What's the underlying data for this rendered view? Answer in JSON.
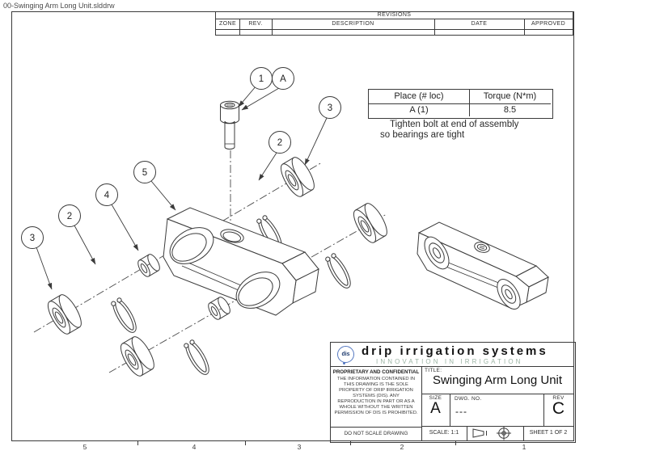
{
  "window": {
    "filename": "00-Swinging Arm Long Unit.slddrw"
  },
  "revisions": {
    "title": "REVISIONS",
    "columns": [
      "ZONE",
      "REV.",
      "DESCRIPTION",
      "DATE",
      "APPROVED"
    ]
  },
  "torque_table": {
    "headers": [
      "Place (# loc)",
      "Torque (N*m)"
    ],
    "rows": [
      [
        "A (1)",
        "8.5"
      ]
    ]
  },
  "note": {
    "line1": "Tighten bolt at end of assembly",
    "line2": "so bearings are tight"
  },
  "balloons": [
    {
      "label": "1"
    },
    {
      "label": "A"
    },
    {
      "label": "3"
    },
    {
      "label": "2"
    },
    {
      "label": "5"
    },
    {
      "label": "4"
    },
    {
      "label": "2"
    },
    {
      "label": "3"
    }
  ],
  "title_block": {
    "logo": {
      "initials": "dis",
      "name": "drip irrigation systems",
      "tagline": "INNOVATION IN IRRIGATION"
    },
    "proprietary_heading": "PROPRIETARY AND CONFIDENTIAL",
    "proprietary_body": "THE INFORMATION CONTAINED IN THIS DRAWING IS THE SOLE PROPERTY OF DRIP IRRIGATION SYSTEMS (DIS). ANY REPRODUCTION IN PART OR AS A WHOLE WITHOUT THE WRITTEN PERMISSION OF DIS IS PROHIBITED.",
    "title_label": "TITLE:",
    "title": "Swinging Arm Long Unit",
    "size_label": "SIZE",
    "size": "A",
    "dwg_label": "DWG. NO.",
    "dwg_no": "---",
    "rev_label": "REV",
    "rev": "C",
    "scale": "SCALE: 1:1",
    "do_not_scale": "DO NOT SCALE DRAWING",
    "sheet": "SHEET 1 OF 2"
  },
  "zones": {
    "labels": [
      "5",
      "4",
      "3",
      "2",
      "1"
    ]
  },
  "colors": {
    "line": "#3b3b3b",
    "logo_blue": "#5578c0",
    "tagline_green": "#9cb4a4"
  }
}
